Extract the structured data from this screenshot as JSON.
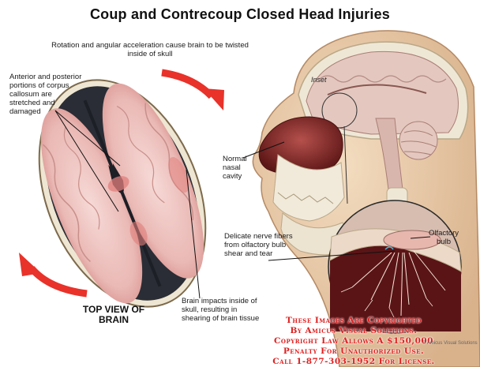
{
  "title": "Coup and Contrecoup Closed Head Injuries",
  "labels": {
    "rotation": "Rotation and angular acceleration cause brain to be twisted inside of skull",
    "corpus": "Anterior and posterior portions of corpus callosum are stretched and damaged",
    "nasal": "Normal nasal cavity",
    "inset": "Inset",
    "olfactory_bulb": "Olfactory bulb",
    "nerve": "Delicate nerve fibers from olfactory bulb shear and tear",
    "top_view": "TOP VIEW OF BRAIN",
    "impact": "Brain impacts inside of skull, resulting in shearing of brain tissue"
  },
  "watermark": [
    "These Images Are Copyrighted",
    "By Amicus Visual Solutions.",
    "Copyright Law Allows A $150,000",
    "Penalty For Unauthorized Use.",
    "Call 1-877-303-1952 For License."
  ],
  "credit": "© Amicus Visual Solutions",
  "colors": {
    "arrow_red": "#e8322a",
    "brain_pink": "#efc4c4",
    "tissue_red": "#d8605e",
    "skin": "#e9c9a6",
    "bone": "#efe7d6"
  }
}
